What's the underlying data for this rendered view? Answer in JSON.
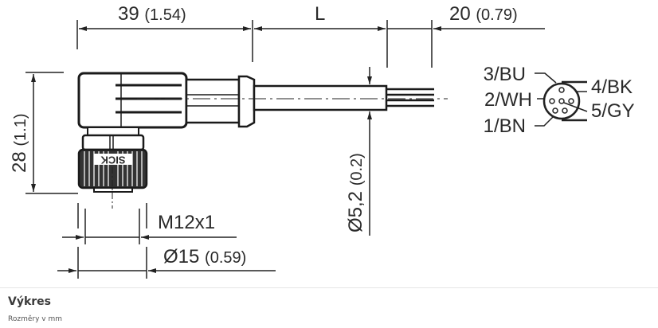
{
  "drawing": {
    "dimensions": {
      "connector_length": {
        "value": "39",
        "inch": "(1.54)"
      },
      "cable_length": {
        "value": "L"
      },
      "stripped_length": {
        "value": "20",
        "inch": "(0.79)"
      },
      "height": {
        "value": "28",
        "inch": "(1.1)"
      },
      "thread": {
        "value": "M12x1"
      },
      "nut_diameter": {
        "value": "Ø15",
        "inch": "(0.59)"
      },
      "cable_diameter": {
        "value": "Ø5,2",
        "inch": "(0.2)"
      }
    },
    "brand_mark": "SICK",
    "pinout": {
      "left": [
        "3/BU",
        "2/WH",
        "1/BN"
      ],
      "right": [
        "4/BK",
        "5/GY"
      ]
    }
  },
  "caption": {
    "title": "Výkres",
    "subtitle": "Rozměry v mm"
  }
}
